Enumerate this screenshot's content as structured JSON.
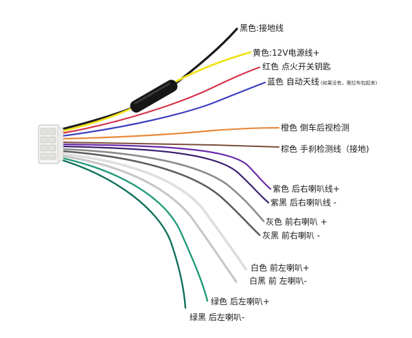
{
  "labels": {
    "black": "黑色:接地线",
    "yellow": "黄色:12V电源线+",
    "red": "红色 点火开关钥匙",
    "blue": "蓝色 自动天线",
    "blue_note": "(如果没有，需拉布包起来)",
    "orange": "橙色 倒车后视检测",
    "brown": "棕色 手刹检测线（接地)",
    "purple": "紫色 后右喇叭线+",
    "purple_black": "紫黑 后右喇叭线 -",
    "gray": "灰色 前右喇叭 +",
    "gray_black": "灰黑 前右喇叭 -",
    "white": "白色 前左喇叭+",
    "white_black": "白黑 前 左喇叭-",
    "green": "绿色 后左喇叭+",
    "green_black": "绿黑 后左喇叭-"
  },
  "colors": {
    "black": "#1b1b1b",
    "yellow": "#f2e21b",
    "red": "#d6314a",
    "blue": "#3a3fbf",
    "orange": "#e8893a",
    "brown": "#7a4a3a",
    "purple": "#6a2aa8",
    "purple_black": "#3b1f6e",
    "gray": "#8a8a8a",
    "gray_black": "#5d5d5d",
    "white": "#e4e4e4",
    "white_black": "#c9c9c9",
    "green": "#1f9a7a",
    "green_black": "#0f6f5b",
    "connector": "#f4f4f2",
    "fuse": "#161616"
  }
}
